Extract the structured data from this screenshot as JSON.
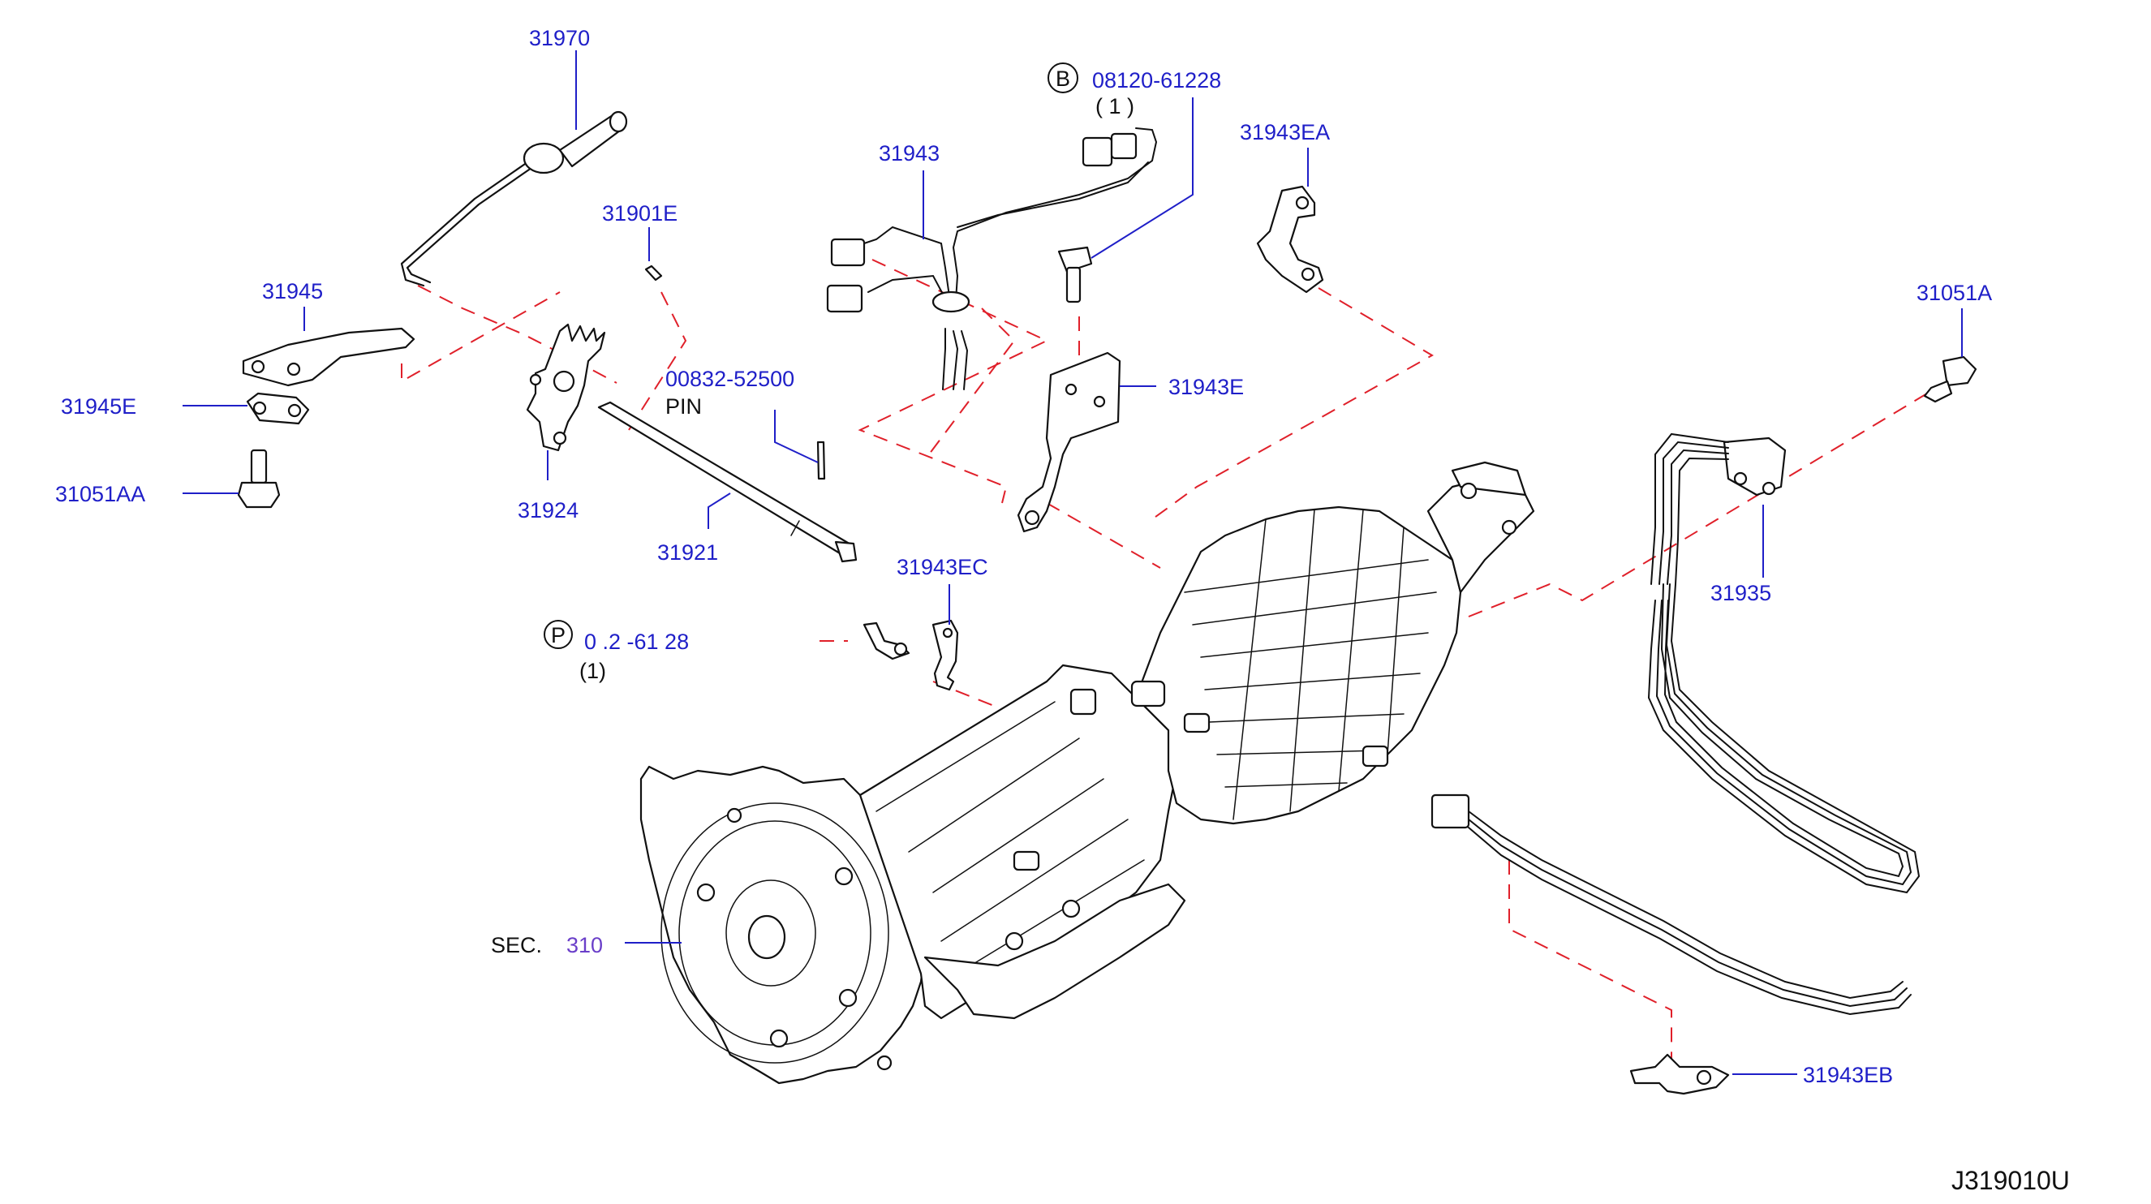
{
  "diagram": {
    "drawing_code": "J319010U",
    "section_reference": {
      "prefix": "SEC.",
      "number": "310"
    },
    "parts": [
      {
        "id": "p31970",
        "number": "31970"
      },
      {
        "id": "p31901E",
        "number": "31901E"
      },
      {
        "id": "p31945",
        "number": "31945"
      },
      {
        "id": "p31945E",
        "number": "31945E"
      },
      {
        "id": "p31051AA",
        "number": "31051AA"
      },
      {
        "id": "p31924",
        "number": "31924"
      },
      {
        "id": "p00832",
        "number": "00832-52500",
        "note": "PIN"
      },
      {
        "id": "p31921",
        "number": "31921"
      },
      {
        "id": "p31943",
        "number": "31943"
      },
      {
        "id": "p08120",
        "number": "08120-61228",
        "badge": "B",
        "qty": "( 1 )"
      },
      {
        "id": "p31943EA",
        "number": "31943EA"
      },
      {
        "id": "p31943E",
        "number": "31943E"
      },
      {
        "id": "p31051A",
        "number": "31051A"
      },
      {
        "id": "p31935",
        "number": "31935"
      },
      {
        "id": "p31943EC",
        "number": "31943EC"
      },
      {
        "id": "p0bolt2",
        "number": "0 .2 -61 28",
        "badge": "P",
        "qty": "(1)"
      },
      {
        "id": "p31943EB",
        "number": "31943EB"
      }
    ]
  }
}
